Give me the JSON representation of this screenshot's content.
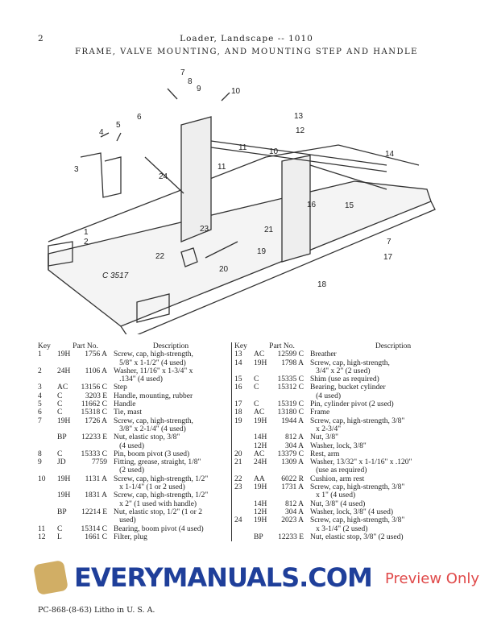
{
  "header": {
    "page_number": "2",
    "running_head": "Loader, Landscape -- 1010"
  },
  "title": "FRAME, VALVE MOUNTING, AND MOUNTING STEP AND HANDLE",
  "diagram": {
    "figure_id": "C 3517",
    "callouts": [
      "1",
      "2",
      "3",
      "4",
      "5",
      "6",
      "7",
      "8",
      "9",
      "10",
      "11",
      "10",
      "11",
      "12",
      "13",
      "14",
      "15",
      "16",
      "7",
      "17",
      "18",
      "19",
      "20",
      "21",
      "22",
      "23",
      "24"
    ]
  },
  "watermark": {
    "brand": "EVERYMANUALS.COM",
    "preview": "Preview Only"
  },
  "table": {
    "headers": {
      "key": "Key",
      "part_no": "Part No.",
      "description": "Description"
    },
    "left": [
      {
        "key": "1",
        "prefix": "19H",
        "number": "1756 A",
        "desc": "Screw, cap, high-strength,\n   5/8\" x 1-1/2\" (4 used)"
      },
      {
        "key": "2",
        "prefix": "24H",
        "number": "1106 A",
        "desc": "Washer, 11/16\" x 1-3/4\" x\n   .134\" (4 used)"
      },
      {
        "key": "3",
        "prefix": "AC",
        "number": "13156 C",
        "desc": "Step"
      },
      {
        "key": "4",
        "prefix": "C",
        "number": "3203 E",
        "desc": "Handle, mounting, rubber"
      },
      {
        "key": "5",
        "prefix": "C",
        "number": "11662 C",
        "desc": "Handle"
      },
      {
        "key": "6",
        "prefix": "C",
        "number": "15318 C",
        "desc": "Tie, mast"
      },
      {
        "key": "7",
        "prefix": "19H",
        "number": "1726 A",
        "desc": "Screw, cap, high-strength,\n   3/8\" x 2-1/4\" (4 used)"
      },
      {
        "key": "",
        "prefix": "BP",
        "number": "12233 E",
        "desc": "Nut, elastic stop, 3/8\"\n   (4 used)"
      },
      {
        "key": "8",
        "prefix": "C",
        "number": "15333 C",
        "desc": "Pin, boom pivot (3 used)"
      },
      {
        "key": "9",
        "prefix": "JD",
        "number": "7759",
        "desc": "Fitting, grease, straight, 1/8\"\n   (2 used)"
      },
      {
        "key": "10",
        "prefix": "19H",
        "number": "1131 A",
        "desc": "Screw, cap, high-strength, 1/2\"\n   x 1-1/4\" (1 or 2 used)"
      },
      {
        "key": "",
        "prefix": "19H",
        "number": "1831 A",
        "desc": "Screw, cap, high-strength, 1/2\"\n   x 2\" (1 used with handle)"
      },
      {
        "key": "",
        "prefix": "BP",
        "number": "12214 E",
        "desc": "Nut, elastic stop, 1/2\" (1 or 2\n   used)"
      },
      {
        "key": "11",
        "prefix": "C",
        "number": "15314 C",
        "desc": "Bearing, boom pivot (4 used)"
      },
      {
        "key": "12",
        "prefix": "L",
        "number": "1661 C",
        "desc": "Filter, plug"
      }
    ],
    "right": [
      {
        "key": "13",
        "prefix": "AC",
        "number": "12599 C",
        "desc": "Breather"
      },
      {
        "key": "14",
        "prefix": "19H",
        "number": "1798 A",
        "desc": "Screw, cap, high-strength,\n   3/4\" x 2\" (2 used)"
      },
      {
        "key": "15",
        "prefix": "C",
        "number": "15335 C",
        "desc": "Shim (use as required)"
      },
      {
        "key": "16",
        "prefix": "C",
        "number": "15312 C",
        "desc": "Bearing, bucket cylinder\n   (4 used)"
      },
      {
        "key": "17",
        "prefix": "C",
        "number": "15319 C",
        "desc": "Pin, cylinder pivot (2 used)"
      },
      {
        "key": "18",
        "prefix": "AC",
        "number": "13180 C",
        "desc": "Frame"
      },
      {
        "key": "19",
        "prefix": "19H",
        "number": "1944 A",
        "desc": "Screw, cap, high-strength, 3/8\"\n   x 2-3/4\""
      },
      {
        "key": "",
        "prefix": "14H",
        "number": "812 A",
        "desc": "Nut, 3/8\""
      },
      {
        "key": "",
        "prefix": "12H",
        "number": "304 A",
        "desc": "Washer, lock, 3/8\""
      },
      {
        "key": "20",
        "prefix": "AC",
        "number": "13379 C",
        "desc": "Rest, arm"
      },
      {
        "key": "21",
        "prefix": "24H",
        "number": "1309 A",
        "desc": "Washer, 13/32\" x 1-1/16\" x .120\"\n   (use as required)"
      },
      {
        "key": "22",
        "prefix": "AA",
        "number": "6022 R",
        "desc": "Cushion, arm rest"
      },
      {
        "key": "23",
        "prefix": "19H",
        "number": "1731 A",
        "desc": "Screw, cap, high-strength, 3/8\"\n   x 1\" (4 used)"
      },
      {
        "key": "",
        "prefix": "14H",
        "number": "812 A",
        "desc": "Nut, 3/8\" (4 used)"
      },
      {
        "key": "",
        "prefix": "12H",
        "number": "304 A",
        "desc": "Washer, lock, 3/8\" (4 used)"
      },
      {
        "key": "24",
        "prefix": "19H",
        "number": "2023 A",
        "desc": "Screw, cap, high-strength, 3/8\"\n   x 3-1/4\" (2 used)"
      },
      {
        "key": "",
        "prefix": "BP",
        "number": "12233 E",
        "desc": "Nut, elastic stop, 3/8\" (2 used)"
      }
    ]
  },
  "footer": "PC-868-(8-63)  Litho in U. S. A."
}
